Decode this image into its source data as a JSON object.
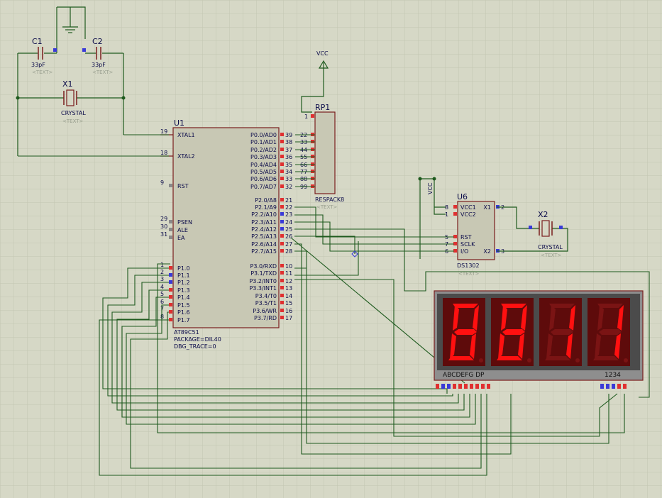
{
  "components": {
    "c1": {
      "ref": "C1",
      "value": "33pF",
      "text": "<TEXT>"
    },
    "c2": {
      "ref": "C2",
      "value": "33pF",
      "text": "<TEXT>"
    },
    "x1": {
      "ref": "X1",
      "value": "CRYSTAL",
      "text": "<TEXT>"
    },
    "vcc_top": "VCC",
    "rp1": {
      "ref": "RP1",
      "value": "RESPACK8",
      "text": "<TEXT>",
      "pin1": "1"
    },
    "u1": {
      "ref": "U1",
      "value": "AT89C51",
      "package": "PACKAGE=DIL40",
      "trace": "DBG_TRACE=0",
      "left_pins": [
        {
          "num": "19",
          "name": "XTAL1"
        },
        {
          "num": "18",
          "name": "XTAL2"
        },
        {
          "num": "9",
          "name": "RST"
        },
        {
          "num": "29",
          "name": "PSEN"
        },
        {
          "num": "30",
          "name": "ALE"
        },
        {
          "num": "31",
          "name": "EA"
        },
        {
          "num": "1",
          "name": "P1.0"
        },
        {
          "num": "2",
          "name": "P1.1"
        },
        {
          "num": "3",
          "name": "P1.2"
        },
        {
          "num": "4",
          "name": "P1.3"
        },
        {
          "num": "5",
          "name": "P1.4"
        },
        {
          "num": "6",
          "name": "P1.5"
        },
        {
          "num": "7",
          "name": "P1.6"
        },
        {
          "num": "8",
          "name": "P1.7"
        }
      ],
      "right_pins": [
        {
          "num": "39",
          "name": "P0.0/AD0"
        },
        {
          "num": "38",
          "name": "P0.1/AD1"
        },
        {
          "num": "37",
          "name": "P0.2/AD2"
        },
        {
          "num": "36",
          "name": "P0.3/AD3"
        },
        {
          "num": "35",
          "name": "P0.4/AD4"
        },
        {
          "num": "34",
          "name": "P0.5/AD5"
        },
        {
          "num": "33",
          "name": "P0.6/AD6"
        },
        {
          "num": "32",
          "name": "P0.7/AD7"
        },
        {
          "num": "21",
          "name": "P2.0/A8"
        },
        {
          "num": "22",
          "name": "P2.1/A9"
        },
        {
          "num": "23",
          "name": "P2.2/A10"
        },
        {
          "num": "24",
          "name": "P2.3/A11"
        },
        {
          "num": "25",
          "name": "P2.4/A12"
        },
        {
          "num": "26",
          "name": "P2.5/A13"
        },
        {
          "num": "27",
          "name": "P2.6/A14"
        },
        {
          "num": "28",
          "name": "P2.7/A15"
        },
        {
          "num": "10",
          "name": "P3.0/RXD"
        },
        {
          "num": "11",
          "name": "P3.1/TXD"
        },
        {
          "num": "12",
          "name": "P3.2/INT0"
        },
        {
          "num": "13",
          "name": "P3.3/INT1"
        },
        {
          "num": "14",
          "name": "P3.4/T0"
        },
        {
          "num": "15",
          "name": "P3.5/T1"
        },
        {
          "num": "16",
          "name": "P3.6/WR"
        },
        {
          "num": "17",
          "name": "P3.7/RD"
        }
      ]
    },
    "rp1_outputs": [
      "22",
      "33",
      "44",
      "55",
      "66",
      "77",
      "88",
      "99"
    ],
    "u6": {
      "ref": "U6",
      "value": "DS1302",
      "text": "<TEXT>",
      "vcc_label": "VCC",
      "left_pins": [
        {
          "num": "8",
          "name": "VCC1"
        },
        {
          "num": "1",
          "name": "VCC2"
        },
        {
          "num": "5",
          "name": "RST"
        },
        {
          "num": "7",
          "name": "SCLK"
        },
        {
          "num": "6",
          "name": "I/O"
        }
      ],
      "right_pins": [
        {
          "num": "2",
          "name": "X1"
        },
        {
          "num": "3",
          "name": "X2"
        }
      ]
    },
    "x2": {
      "ref": "X2",
      "value": "CRYSTAL",
      "text": "<TEXT>"
    },
    "display": {
      "segment_label": "ABCDEFG  DP",
      "digit_label": "1234",
      "digits": [
        "8",
        "8",
        "1",
        "1"
      ]
    }
  },
  "colors": {
    "background": "#d6d8c6",
    "grid": "#c3c6b1",
    "wire": "#1e5a1e",
    "body": "#c8c8b4",
    "outline": "#7a1d1d",
    "pin_red": "#e03030",
    "pin_blue": "#3a3ad8",
    "segment_on": "#ff1010",
    "segment_off": "#4a0808"
  }
}
